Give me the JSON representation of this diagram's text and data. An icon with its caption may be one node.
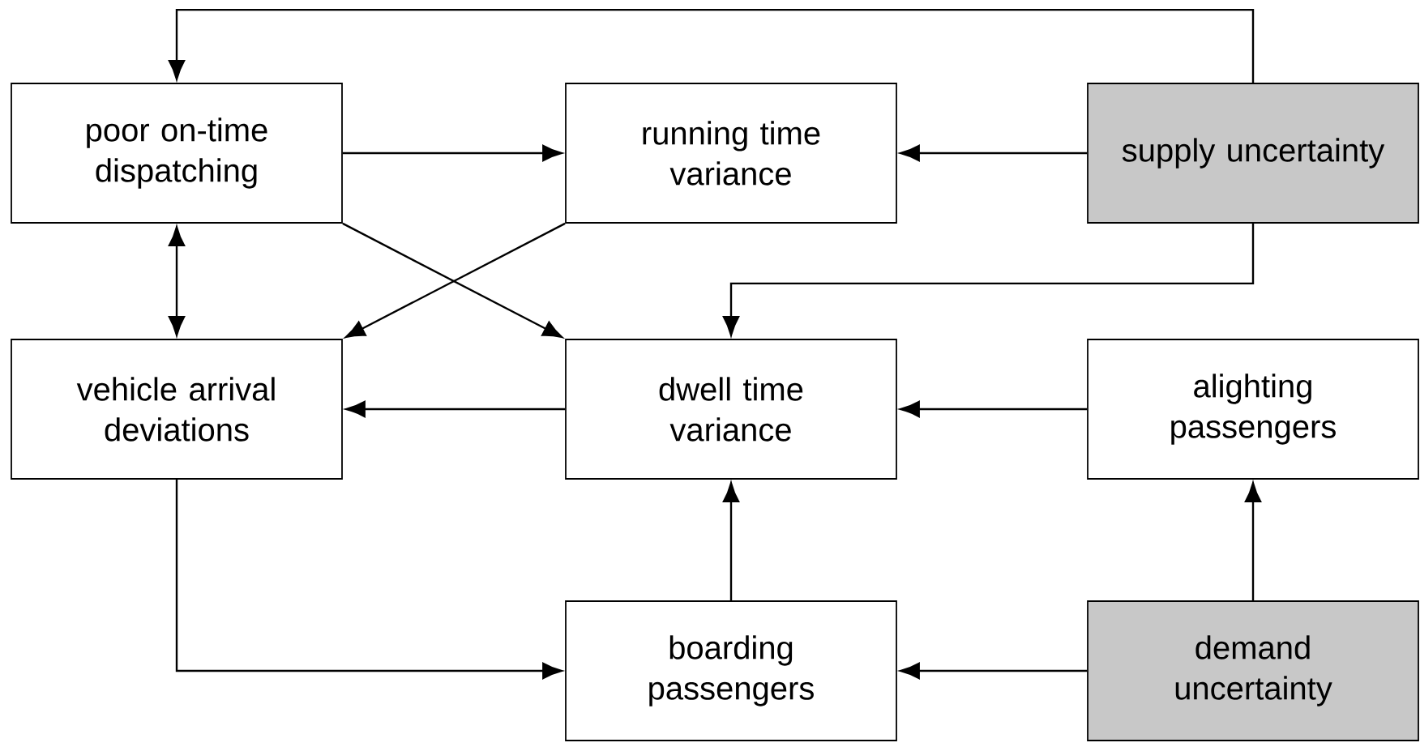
{
  "diagram": {
    "nodes": [
      {
        "text": [
          "poor on-time dispatching"
        ]
      },
      {
        "text": [
          "running time variance"
        ]
      },
      {
        "text": [
          "supply uncertainty"
        ]
      },
      {
        "text": [
          "vehicle arrival deviations"
        ]
      },
      {
        "text": [
          "dwell time variance"
        ]
      },
      {
        "text": [
          "alighting passengers"
        ]
      },
      {
        "text": [
          "boarding passengers"
        ]
      },
      {
        "text": [
          "demand uncertainty"
        ]
      }
    ],
    "edges": [
      {
        "from": 2,
        "to": 0,
        "arrow": "to"
      },
      {
        "from": 0,
        "to": 1,
        "arrow": "to"
      },
      {
        "from": 2,
        "to": 1,
        "arrow": "to"
      },
      {
        "from": 0,
        "to": 3,
        "arrow": "both"
      },
      {
        "from": 1,
        "to": 3,
        "arrow": "to"
      },
      {
        "from": 0,
        "to": 4,
        "arrow": "to"
      },
      {
        "from": 2,
        "to": 4,
        "arrow": "to"
      },
      {
        "from": 4,
        "to": 3,
        "arrow": "to"
      },
      {
        "from": 5,
        "to": 4,
        "arrow": "to"
      },
      {
        "from": 3,
        "to": 6,
        "arrow": "to"
      },
      {
        "from": 6,
        "to": 4,
        "arrow": "to"
      },
      {
        "from": 7,
        "to": 6,
        "arrow": "to"
      },
      {
        "from": 7,
        "to": 5,
        "arrow": "to"
      }
    ]
  }
}
